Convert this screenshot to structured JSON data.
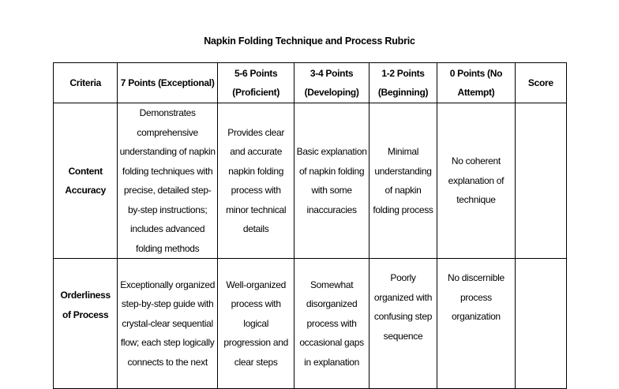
{
  "title": "Napkin Folding Technique and Process Rubric",
  "headers": [
    "Criteria",
    "7 Points (Exceptional)",
    "5-6 Points (Proficient)",
    "3-4 Points (Developing)",
    "1-2 Points (Beginning)",
    "0 Points (No Attempt)",
    "Score"
  ],
  "rows": [
    {
      "criteria": "Content Accuracy",
      "cells": [
        "Demonstrates comprehensive understanding of napkin folding techniques with precise, detailed step-by-step instructions; includes advanced folding methods",
        "Provides clear and accurate napkin folding process with minor technical details",
        "Basic explanation of napkin folding with some inaccuracies",
        "Minimal understanding of napkin folding process",
        "No coherent explanation of technique",
        ""
      ]
    },
    {
      "criteria": "Orderliness of Process",
      "cells": [
        "Exceptionally organized step-by-step guide with crystal-clear sequential flow; each step logically connects to the next",
        "Well-organized process with logical progression and clear steps",
        "Somewhat disorganized process with occasional gaps in explanation",
        "Poorly organized with confusing step sequence",
        "No discernible process organization",
        ""
      ]
    }
  ]
}
